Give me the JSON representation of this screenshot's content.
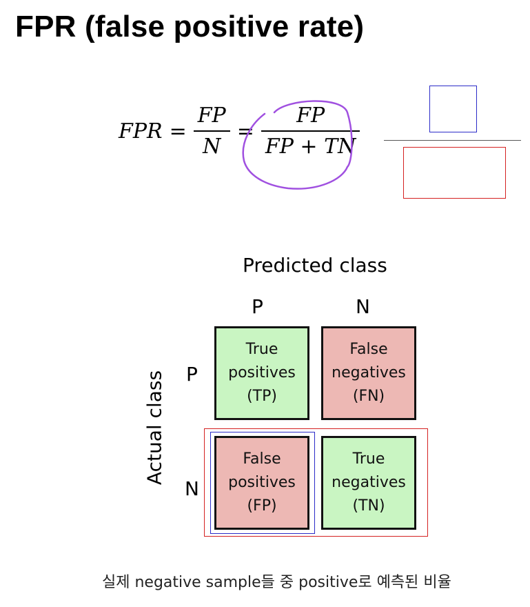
{
  "title": "FPR (false positive rate)",
  "formula": {
    "lhs": "FPR",
    "equals": "=",
    "frac1_num": "FP",
    "frac1_den": "N",
    "frac2_num": "FP",
    "frac2_den": "FP + TN"
  },
  "matrix": {
    "predicted_label": "Predicted class",
    "actual_label": "Actual class",
    "col_p": "P",
    "col_n": "N",
    "row_p": "P",
    "row_n": "N",
    "cells": {
      "tp": [
        "True",
        "positives",
        "(TP)"
      ],
      "fn": [
        "False",
        "negatives",
        "(FN)"
      ],
      "fp": [
        "False",
        "positives",
        "(FP)"
      ],
      "tn": [
        "True",
        "negatives",
        "(TN)"
      ]
    }
  },
  "caption": "실제 negative sample들 중 positive로 예측된 비율",
  "colors": {
    "green_cell": "#c9f5c2",
    "pink_cell": "#edb8b4",
    "highlight_red": "#d42020",
    "highlight_blue": "#2b2bc8",
    "ring_purple": "#a050e0"
  }
}
